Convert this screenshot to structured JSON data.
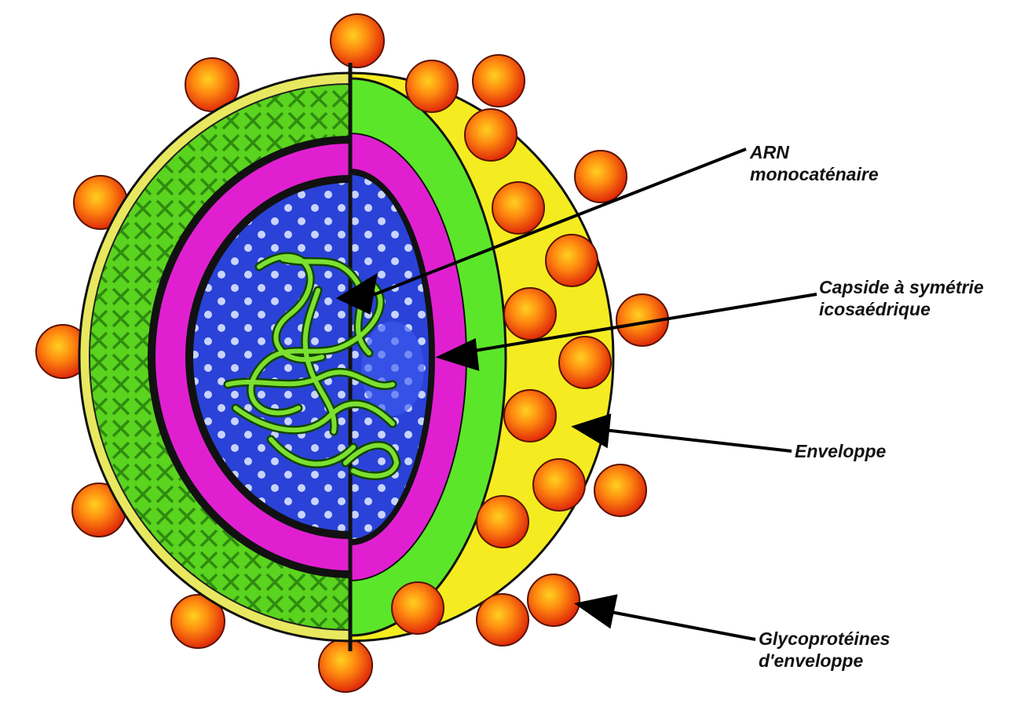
{
  "labels": {
    "arn": {
      "line1": "ARN",
      "line2": "monocaténaire"
    },
    "capsid": {
      "line1": "Capside à symétrie",
      "line2": "icosaédrique"
    },
    "envelope": {
      "line1": "Enveloppe"
    },
    "glyco": {
      "line1": "Glycoprotéines",
      "line2": "d'enveloppe"
    }
  },
  "colors": {
    "spike": "#f04010",
    "spike_highlight": "#ffd020",
    "matrix_left": "#5ad41e",
    "matrix_pattern": "#2f8a10",
    "matrix_right": "#5ce62a",
    "envelope": "#f4ec20",
    "capsid": "#e020d0",
    "core": "#2840d8",
    "rna": "#7ce030",
    "outline": "#111111",
    "arrow": "#000000"
  }
}
